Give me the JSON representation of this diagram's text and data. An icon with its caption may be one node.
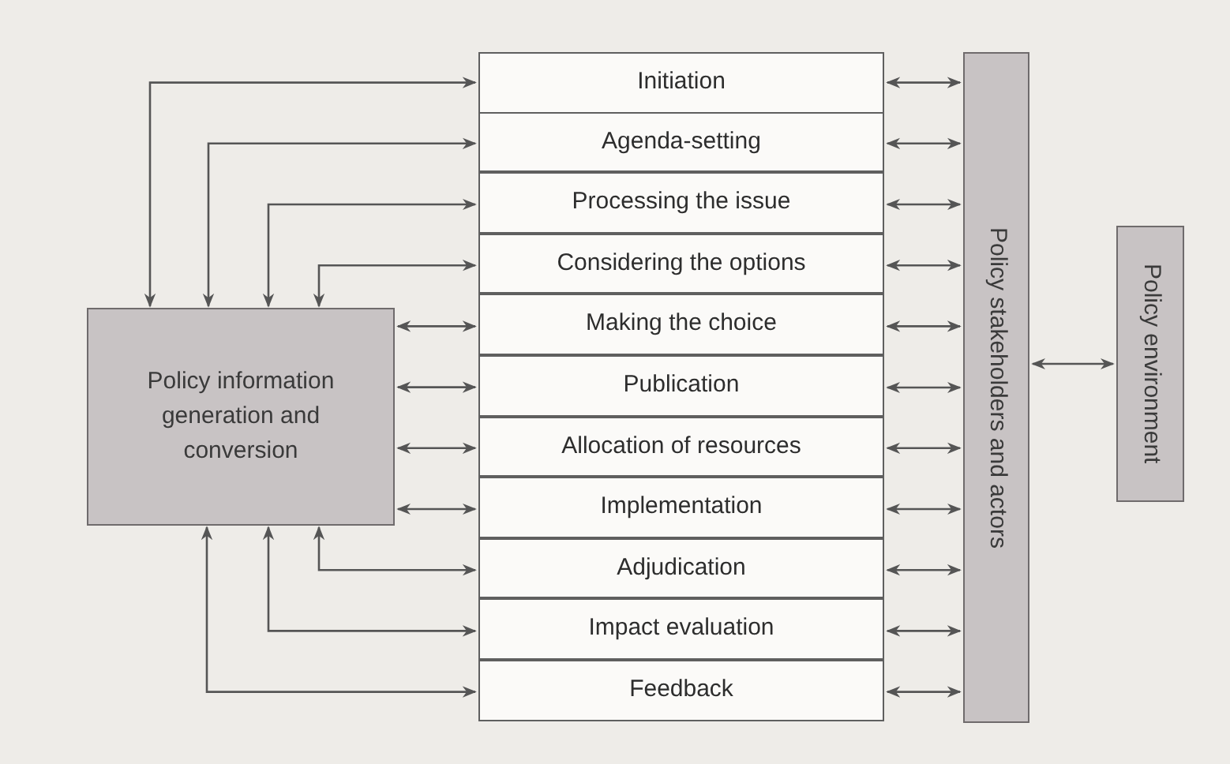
{
  "diagram": {
    "nodes": [
      {
        "text": [
          "Policy information generation and conversion"
        ]
      },
      {
        "text": [
          "Initiation"
        ]
      },
      {
        "text": [
          "Agenda-setting"
        ]
      },
      {
        "text": [
          "Processing the issue"
        ]
      },
      {
        "text": [
          "Considering the options"
        ]
      },
      {
        "text": [
          "Making the choice"
        ]
      },
      {
        "text": [
          "Publication"
        ]
      },
      {
        "text": [
          "Allocation of resources"
        ]
      },
      {
        "text": [
          "Implementation"
        ]
      },
      {
        "text": [
          "Adjudication"
        ]
      },
      {
        "text": [
          "Impact evaluation"
        ]
      },
      {
        "text": [
          "Feedback"
        ]
      },
      {
        "text": [
          "Policy stakeholders and actors"
        ]
      },
      {
        "text": [
          "Policy environment"
        ]
      }
    ],
    "edges": [
      {
        "from": 0,
        "to": 1,
        "arrow": "both"
      },
      {
        "from": 0,
        "to": 2,
        "arrow": "both"
      },
      {
        "from": 0,
        "to": 3,
        "arrow": "both"
      },
      {
        "from": 0,
        "to": 4,
        "arrow": "both"
      },
      {
        "from": 0,
        "to": 5,
        "arrow": "both"
      },
      {
        "from": 0,
        "to": 6,
        "arrow": "both"
      },
      {
        "from": 0,
        "to": 7,
        "arrow": "both"
      },
      {
        "from": 0,
        "to": 8,
        "arrow": "both"
      },
      {
        "from": 0,
        "to": 9,
        "arrow": "both"
      },
      {
        "from": 0,
        "to": 10,
        "arrow": "both"
      },
      {
        "from": 0,
        "to": 11,
        "arrow": "both"
      },
      {
        "from": 1,
        "to": 12,
        "arrow": "both"
      },
      {
        "from": 2,
        "to": 12,
        "arrow": "both"
      },
      {
        "from": 3,
        "to": 12,
        "arrow": "both"
      },
      {
        "from": 4,
        "to": 12,
        "arrow": "both"
      },
      {
        "from": 5,
        "to": 12,
        "arrow": "both"
      },
      {
        "from": 6,
        "to": 12,
        "arrow": "both"
      },
      {
        "from": 7,
        "to": 12,
        "arrow": "both"
      },
      {
        "from": 8,
        "to": 12,
        "arrow": "both"
      },
      {
        "from": 9,
        "to": 12,
        "arrow": "both"
      },
      {
        "from": 10,
        "to": 12,
        "arrow": "both"
      },
      {
        "from": 11,
        "to": 12,
        "arrow": "both"
      },
      {
        "from": 12,
        "to": 13,
        "arrow": "both"
      }
    ]
  }
}
